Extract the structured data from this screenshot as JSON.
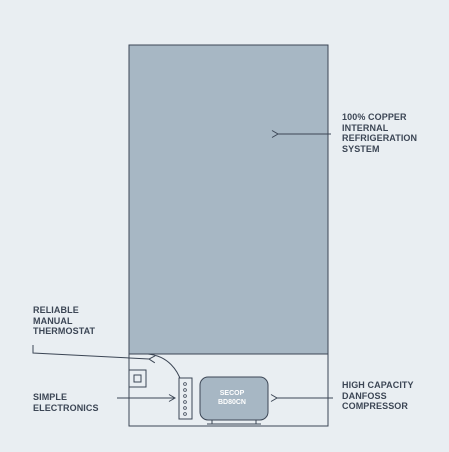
{
  "colors": {
    "background": "#e9eef2",
    "fridge_body": "#a7b7c4",
    "outline": "#3c4655",
    "label_text": "#3c4655",
    "compressor_fill": "#a7b7c4",
    "compressor_text": "#ffffff"
  },
  "labels": {
    "copper": [
      "100% COPPER",
      "INTERNAL",
      "REFRIGERATION",
      "SYSTEM"
    ],
    "thermostat": [
      "RELIABLE",
      "MANUAL",
      "THERMOSTAT"
    ],
    "electronics": [
      "SIMPLE",
      "ELECTRONICS"
    ],
    "compressor": [
      "HIGH CAPACITY",
      "DANFOSS",
      "COMPRESSOR"
    ]
  },
  "compressor_badge": [
    "SECOP",
    "BD80CN"
  ],
  "icons": {
    "thermostat_knob": "square-knob-icon",
    "electronics_board": "circuit-board-icon",
    "arrows": "arrow-left-icon"
  }
}
